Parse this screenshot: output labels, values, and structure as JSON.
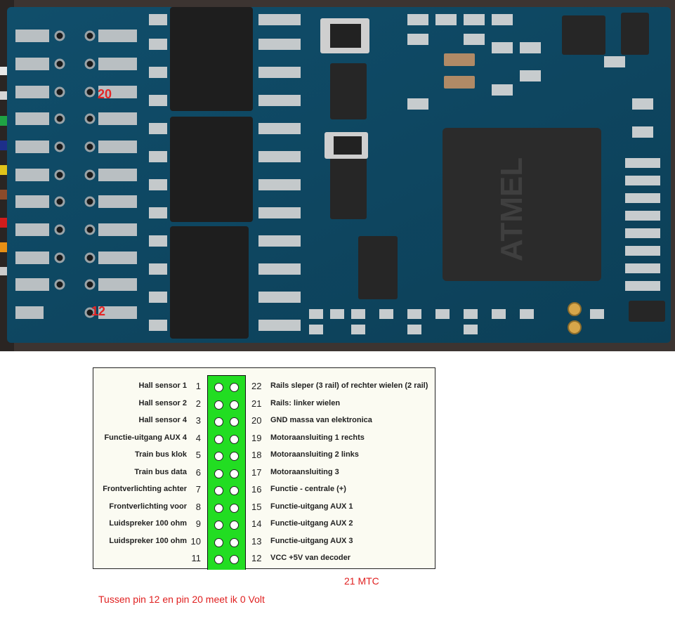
{
  "photo": {
    "label_top": "20",
    "label_bottom": "12"
  },
  "pins_left": [
    {
      "label": "Hall sensor 1",
      "num": "1"
    },
    {
      "label": "Hall sensor 2",
      "num": "2"
    },
    {
      "label": "Hall sensor 4",
      "num": "3"
    },
    {
      "label": "Functie-uitgang AUX 4",
      "num": "4"
    },
    {
      "label": "Train bus klok",
      "num": "5"
    },
    {
      "label": "Train bus data",
      "num": "6"
    },
    {
      "label": "Frontverlichting achter",
      "num": "7"
    },
    {
      "label": "Frontverlichting voor",
      "num": "8"
    },
    {
      "label": "Luidspreker 100 ohm",
      "num": "9"
    },
    {
      "label": "Luidspreker 100 ohm",
      "num": "10"
    },
    {
      "label": "",
      "num": "11"
    }
  ],
  "pins_right": [
    {
      "num": "22",
      "label": "Rails sleper (3 rail) of  rechter wielen (2 rail)"
    },
    {
      "num": "21",
      "label": "Rails: linker wielen"
    },
    {
      "num": "20",
      "label": "GND massa van elektronica"
    },
    {
      "num": "19",
      "label": "Motoraansluiting 1 rechts"
    },
    {
      "num": "18",
      "label": "Motoraansluiting 2 links"
    },
    {
      "num": "17",
      "label": "Motoraansluiting 3"
    },
    {
      "num": "16",
      "label": "Functie - centrale (+)"
    },
    {
      "num": "15",
      "label": "Functie-uitgang AUX 1"
    },
    {
      "num": "14",
      "label": "Functie-uitgang AUX 2"
    },
    {
      "num": "13",
      "label": "Functie-uitgang AUX 3"
    },
    {
      "num": "12",
      "label": "VCC +5V van decoder"
    }
  ],
  "caption": "21 MTC",
  "note": "Tussen pin 12 en pin 20 meet ik 0 Volt",
  "colors": {
    "annotation_red": "#e52525",
    "connector_green": "#22dd22",
    "pcb_blue": "#0f4a66"
  }
}
